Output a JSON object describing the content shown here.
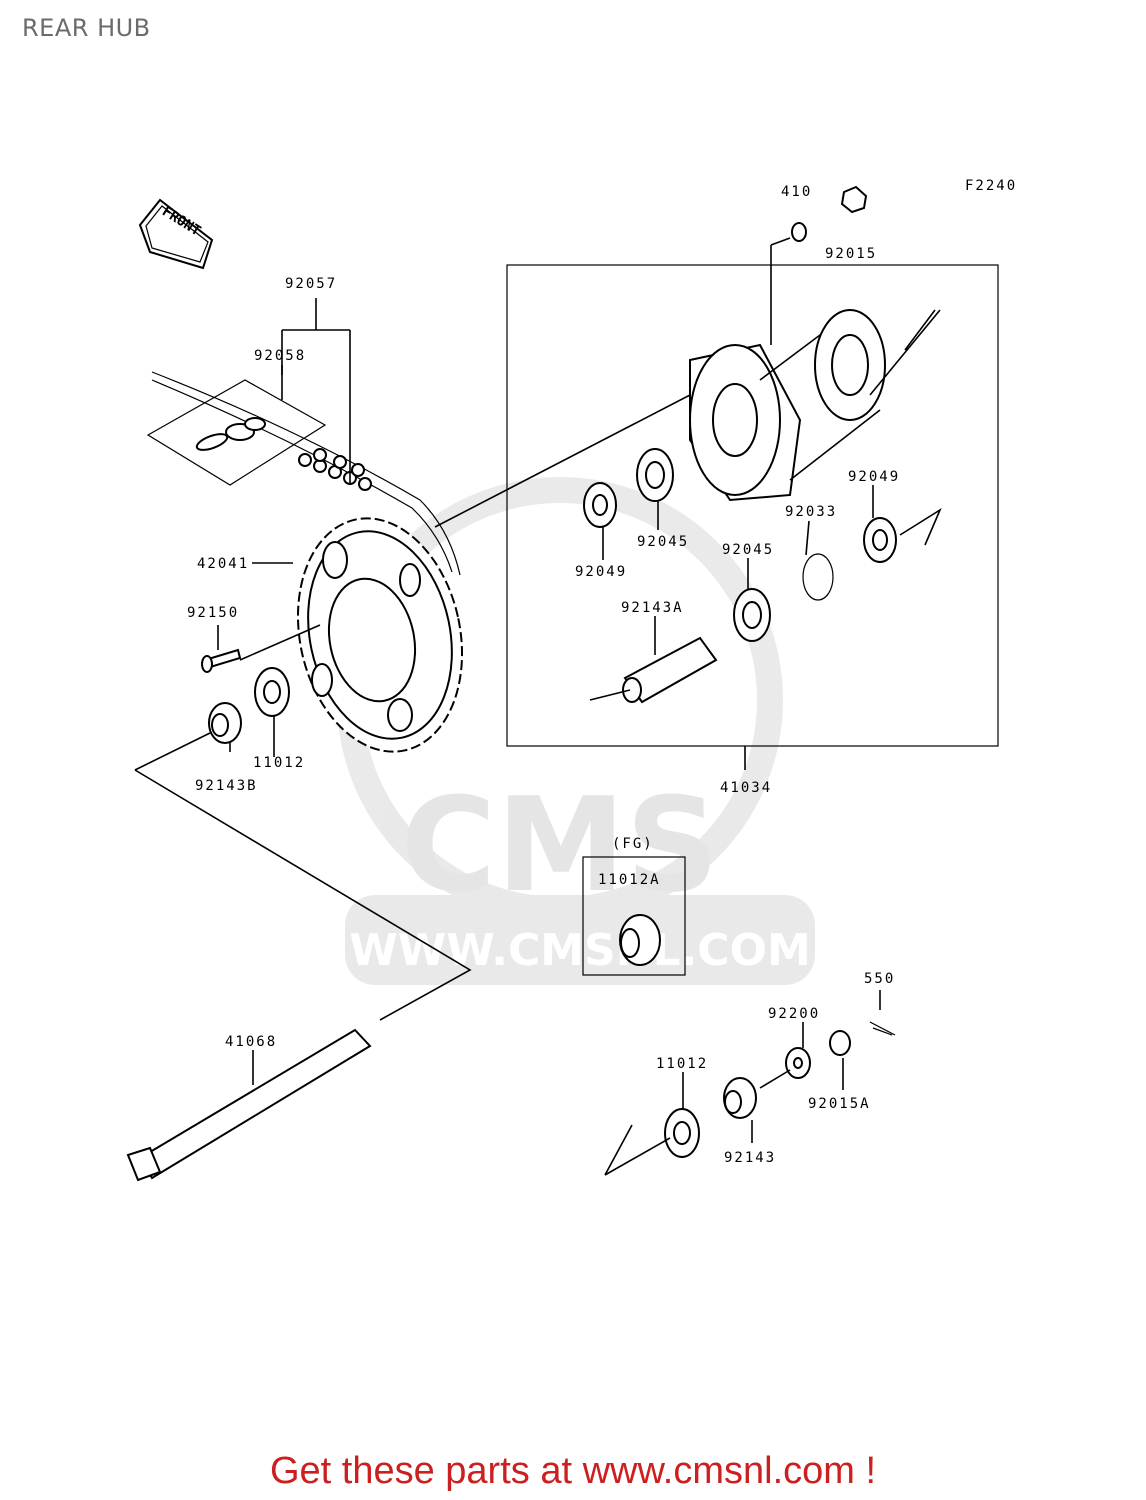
{
  "page": {
    "title": "REAR HUB",
    "figure_code": "F2240",
    "front_arrow_label": "FRONT",
    "footer": "Get these parts at www.cmsnl.com !"
  },
  "watermark": {
    "brand": "CMS",
    "url": "WWW.CMSNL.COM"
  },
  "parts": [
    {
      "id": "410",
      "label": "410"
    },
    {
      "id": "92015",
      "label": "92015"
    },
    {
      "id": "92057",
      "label": "92057"
    },
    {
      "id": "92058",
      "label": "92058"
    },
    {
      "id": "42041",
      "label": "42041"
    },
    {
      "id": "92150",
      "label": "92150"
    },
    {
      "id": "11012-left",
      "label": "11012"
    },
    {
      "id": "92143B",
      "label": "92143B"
    },
    {
      "id": "92049-left",
      "label": "92049"
    },
    {
      "id": "92045-top",
      "label": "92045"
    },
    {
      "id": "92045-mid",
      "label": "92045"
    },
    {
      "id": "92033",
      "label": "92033"
    },
    {
      "id": "92049-right",
      "label": "92049"
    },
    {
      "id": "92143A",
      "label": "92143A"
    },
    {
      "id": "41034",
      "label": "41034"
    },
    {
      "id": "fg",
      "label": "(FG)"
    },
    {
      "id": "11012A",
      "label": "11012A"
    },
    {
      "id": "550",
      "label": "550"
    },
    {
      "id": "92200",
      "label": "92200"
    },
    {
      "id": "11012-right",
      "label": "11012"
    },
    {
      "id": "92015A",
      "label": "92015A"
    },
    {
      "id": "92143",
      "label": "92143"
    },
    {
      "id": "41068",
      "label": "41068"
    }
  ]
}
